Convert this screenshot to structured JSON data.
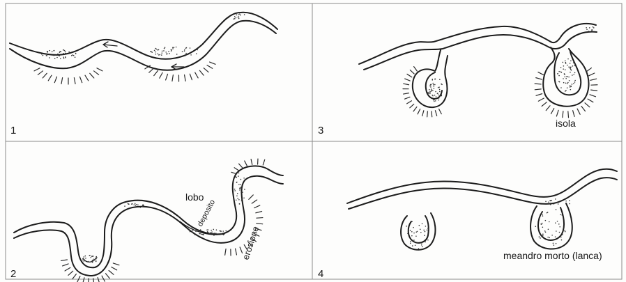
{
  "panels": [
    {
      "number": "1",
      "labels": []
    },
    {
      "number": "2",
      "labels": [
        "lobo",
        "deposito",
        "erosione"
      ]
    },
    {
      "number": "3",
      "labels": [
        "isola"
      ]
    },
    {
      "number": "4",
      "labels": [
        "meandro morto (lanca)"
      ]
    }
  ]
}
